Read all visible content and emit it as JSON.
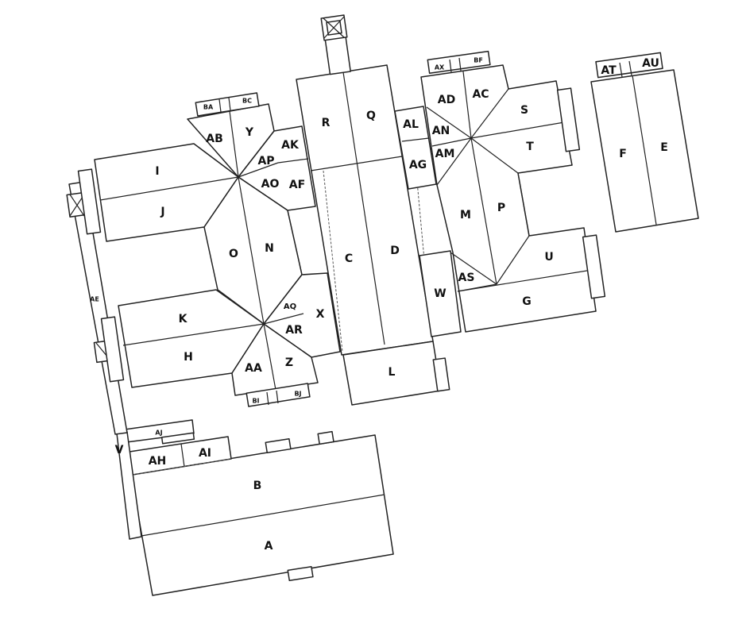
{
  "diagram": {
    "type": "roof-plan",
    "labels": {
      "A": "A",
      "B": "B",
      "C": "C",
      "D": "D",
      "E": "E",
      "F": "F",
      "G": "G",
      "H": "H",
      "I": "I",
      "J": "J",
      "K": "K",
      "L": "L",
      "M": "M",
      "N": "N",
      "O": "O",
      "P": "P",
      "Q": "Q",
      "R": "R",
      "S": "S",
      "T": "T",
      "U": "U",
      "V": "V",
      "W": "W",
      "X": "X",
      "Y": "Y",
      "Z": "Z",
      "AA": "AA",
      "AB": "AB",
      "AC": "AC",
      "AD": "AD",
      "AE": "AE",
      "AF": "AF",
      "AG": "AG",
      "AH": "AH",
      "AI": "AI",
      "AJ": "AJ",
      "AK": "AK",
      "AL": "AL",
      "AM": "AM",
      "AN": "AN",
      "AO": "AO",
      "AP": "AP",
      "AQ": "AQ",
      "AR": "AR",
      "AS": "AS",
      "AT": "AT",
      "AU": "AU",
      "AX": "AX",
      "BA": "BA",
      "BC": "BC",
      "BF": "BF",
      "BI": "BI",
      "BJ": "BJ"
    }
  }
}
